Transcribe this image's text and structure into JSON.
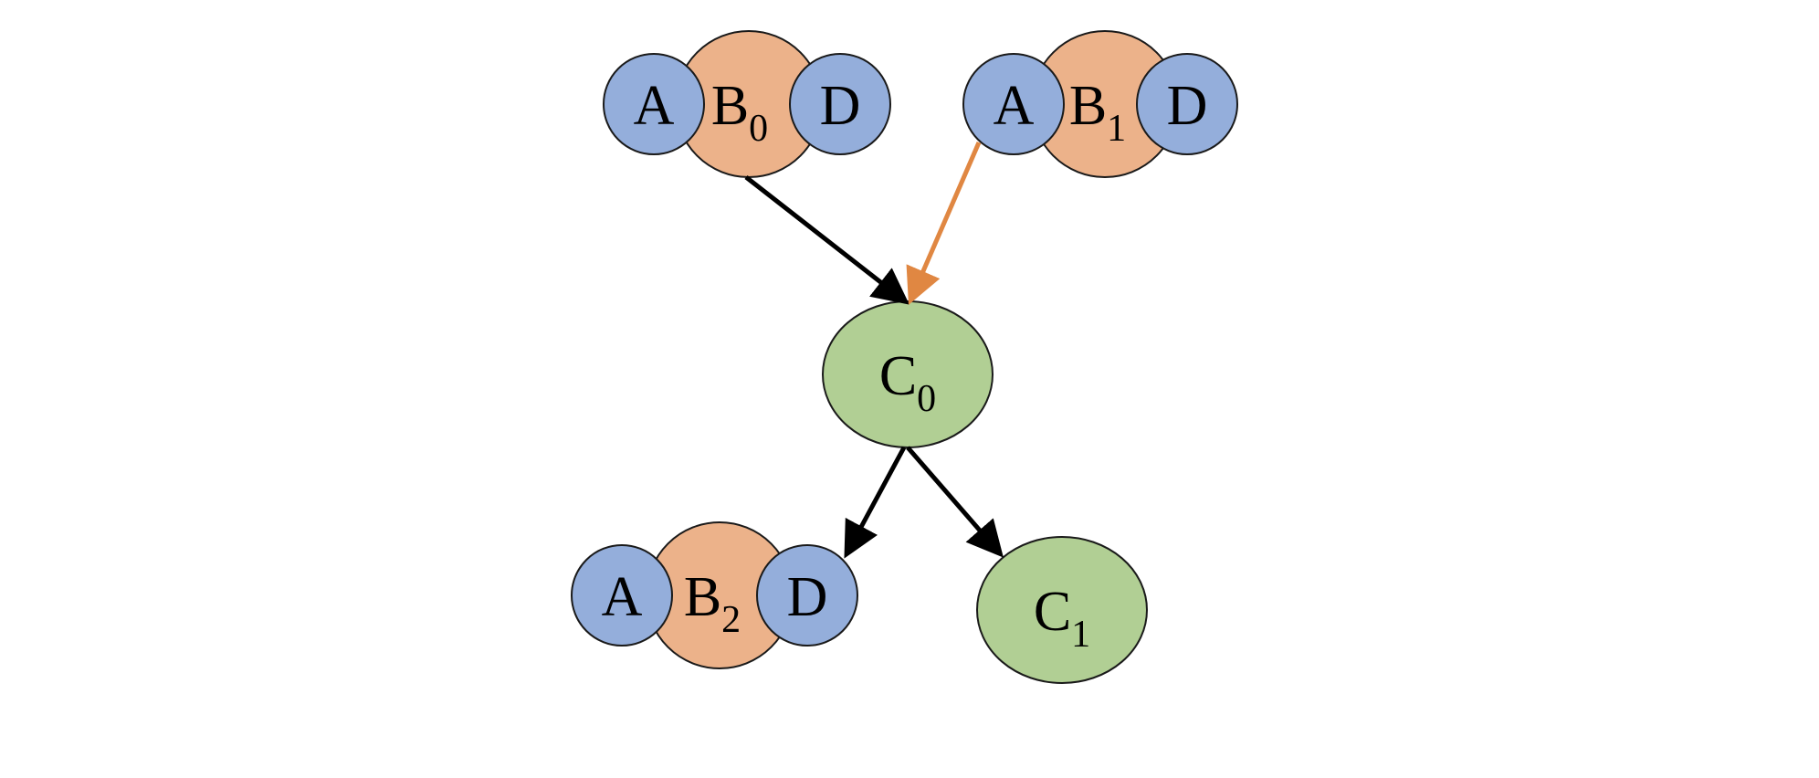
{
  "colors": {
    "blue_node": "#94aedb",
    "orange_node": "#ecb28a",
    "green_node": "#b1cf94",
    "black_edge": "#000000",
    "orange_edge": "#e08742"
  },
  "nodes": {
    "abd0": {
      "a": "A",
      "b": "B",
      "b_sub": "0",
      "d": "D"
    },
    "abd1": {
      "a": "A",
      "b": "B",
      "b_sub": "1",
      "d": "D"
    },
    "abd2": {
      "a": "A",
      "b": "B",
      "b_sub": "2",
      "d": "D"
    },
    "c0": {
      "c": "C",
      "c_sub": "0"
    },
    "c1": {
      "c": "C",
      "c_sub": "1"
    }
  },
  "edges": [
    {
      "from": "B0",
      "to": "C0",
      "color": "black"
    },
    {
      "from": "A (B1 group)",
      "to": "C0",
      "color": "orange"
    },
    {
      "from": "C0",
      "to": "D (B2 group)",
      "color": "black"
    },
    {
      "from": "C0",
      "to": "C1",
      "color": "black"
    }
  ]
}
